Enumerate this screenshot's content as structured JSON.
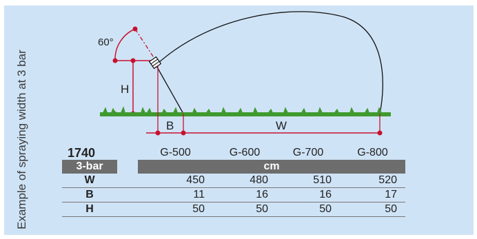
{
  "side_label": "Example of spraying width at 3 bar",
  "diagram": {
    "angle_label": "60°",
    "height_label": "H",
    "near_label": "B",
    "width_label": "W"
  },
  "table": {
    "model": "1740",
    "pressure": "3-bar",
    "unit": "cm",
    "columns": [
      "G-500",
      "G-600",
      "G-700",
      "G-800"
    ],
    "rows": [
      {
        "label": "W",
        "values": [
          "450",
          "480",
          "510",
          "520"
        ]
      },
      {
        "label": "B",
        "values": [
          "11",
          "16",
          "16",
          "17"
        ]
      },
      {
        "label": "H",
        "values": [
          "50",
          "50",
          "50",
          "50"
        ]
      }
    ]
  },
  "colors": {
    "background": "#cfe3f6",
    "marker": "#c8102e",
    "grass": "#3f9a2f",
    "header_fill": "#6d6d6d"
  }
}
